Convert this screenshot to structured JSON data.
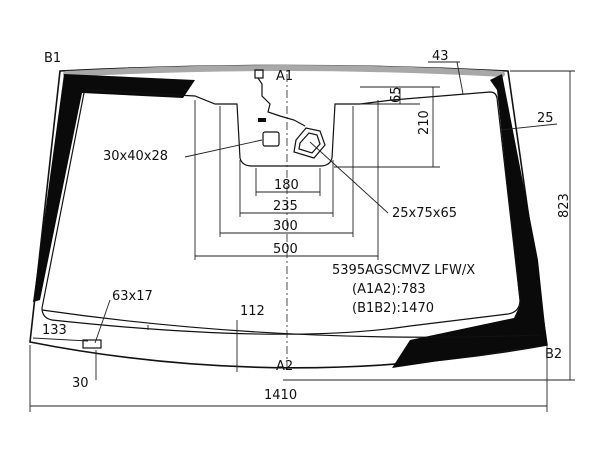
{
  "points": {
    "b1": "B1",
    "b2": "B2",
    "a1": "A1",
    "a2": "A2"
  },
  "dimensions": {
    "top_band": "43",
    "side_band": "25",
    "sensor_height_small": "65",
    "sensor_height": "210",
    "sensor_box": "30x40x28",
    "width_180": "180",
    "width_235": "235",
    "width_300": "300",
    "width_500": "500",
    "mirror_pad": "25x75x65",
    "vin_window": "63x17",
    "offset_133": "133",
    "bottom_112": "112",
    "offset_30": "30",
    "total_width": "1410",
    "total_height": "823"
  },
  "spec": {
    "code": "5395AGSCMVZ LFW/X",
    "a1a2": "(A1A2):783",
    "b1b2": "(B1B2):1470"
  },
  "colors": {
    "outline": "#111111",
    "print_band": "#0a0a0a",
    "top_strip": "#a8a8a8"
  }
}
